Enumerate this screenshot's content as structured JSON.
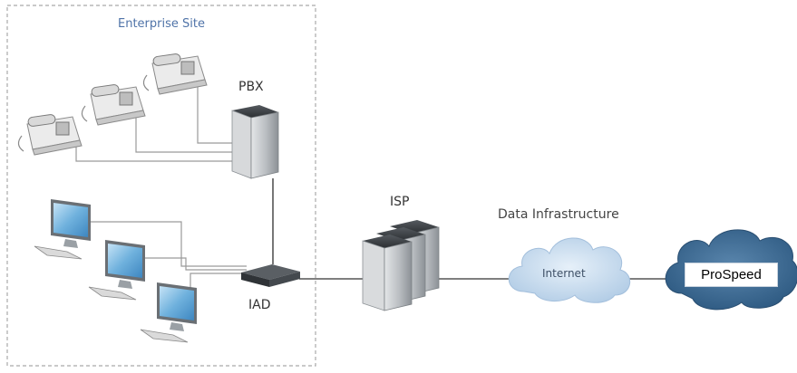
{
  "diagram": {
    "enterprise_site_label": "Enterprise Site",
    "pbx_label": "PBX",
    "iad_label": "IAD",
    "isp_label": "ISP",
    "data_infrastructure_label": "Data Infrastructure",
    "internet_label": "Internet",
    "prospeed_label": "ProSpeed"
  },
  "icons": {
    "phones": [
      "phone-icon",
      "phone-icon",
      "phone-icon"
    ],
    "computers": [
      "computer-icon",
      "computer-icon",
      "computer-icon"
    ],
    "pbx": "pbx-server-icon",
    "iad": "iad-device-icon",
    "isp": "isp-server-icon",
    "internet": "internet-cloud-icon",
    "prospeed": "prospeed-cloud-icon"
  },
  "colors": {
    "site_border": "#a9a9a9",
    "site_title": "#4f73a8",
    "link_line": "#555555",
    "internet_cloud": "#c7dbee",
    "prospeed_cloud": "#3d6890"
  }
}
